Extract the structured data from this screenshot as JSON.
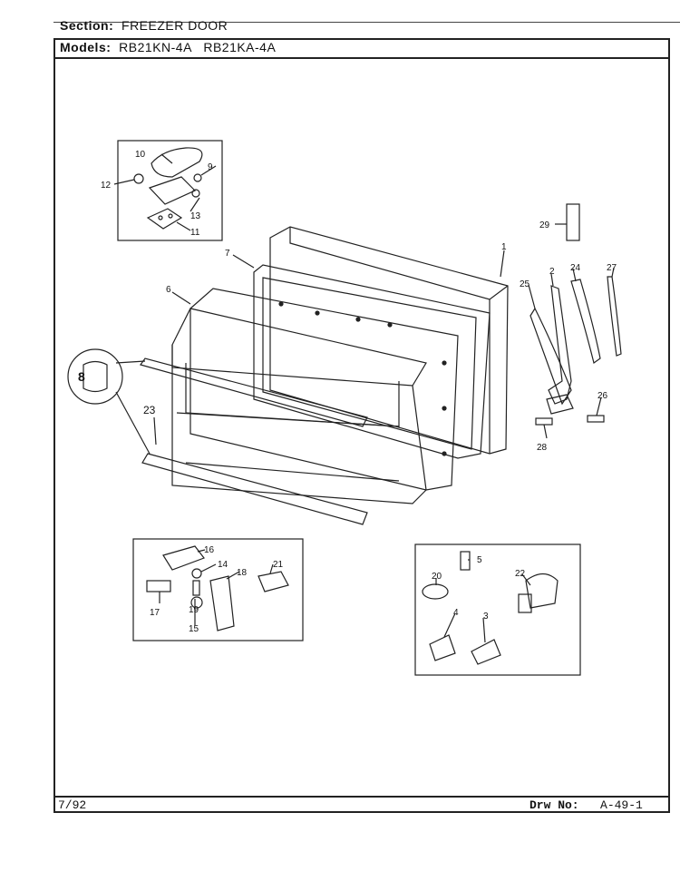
{
  "header": {
    "section_label": "Section:",
    "section_value": "FREEZER DOOR",
    "models_label": "Models:",
    "model_1": "RB21KN-4A",
    "model_2": "RB21KA-4A"
  },
  "footer": {
    "date": "7/92",
    "drw_label": "Drw No:",
    "drw_value": "A-49-1"
  },
  "callouts": [
    "1",
    "2",
    "3",
    "4",
    "5",
    "6",
    "7",
    "8",
    "9",
    "10",
    "11",
    "12",
    "13",
    "14",
    "15",
    "16",
    "17",
    "18",
    "19",
    "20",
    "21",
    "22",
    "23",
    "24",
    "25",
    "26",
    "27",
    "28",
    "29"
  ]
}
